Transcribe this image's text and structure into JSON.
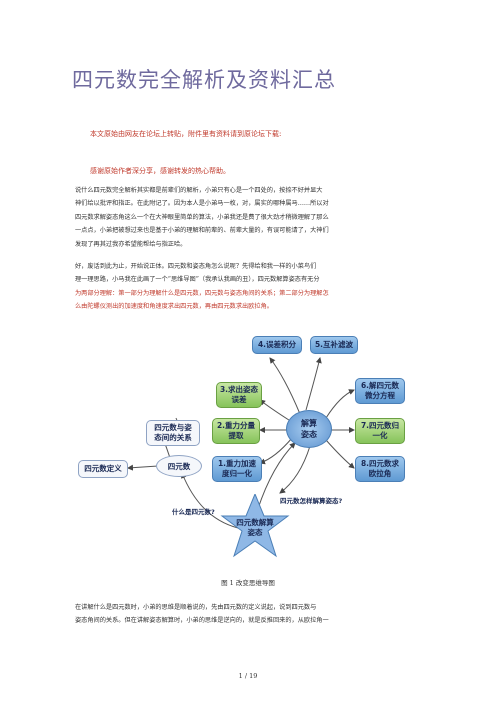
{
  "doc": {
    "title": "四元数完全解析及资料汇总",
    "notice": "本文原始由网友在论坛上转贴，附件里有资料请到原论坛下载:",
    "thanks": "感谢原始作者深分享，感谢转发的热心帮助。",
    "para1": [
      "说什么四元数完全解析其实都是前辈们的解析，小弟只有心是一个四处的，按捺不好并显大",
      "神们给以批评和指正。在此附记了。因为本人是小弟马一枚，对，属实的哪种属马……所以对",
      "四元数求解姿态角这么一个在大神眼里简单的算法，小弟我还是费了很大劲才稍微理解了那么",
      "一点点，小弟把被想过来也是基于小弟的理解和前辈的、前辈大量的，有误可能请了，大神们",
      "发现了再其过我亦希望能帮给与指正哈。"
    ],
    "para2_plain": [
      "好，废话到此为止，开始说正体。四元数和姿态角怎么说呢？先得给和我一样的小菜鸟们",
      "理一理思路，小马我在此画了一个“思维导图”（我承认我画的丑），四元数解算姿态有无分"
    ],
    "para2_red": [
      "为两部分理解：第一部分为理解什么是四元数，四元数与姿态角间的关系；第二部分为理解怎",
      "么由陀螺仪测出的加速度和角速度求出四元数，再由四元数求出欧拉角。"
    ],
    "diagram": {
      "center": "解算\n姿态",
      "nodes": {
        "n4": "4.误差积分",
        "n5": "5.互补滤波",
        "n3": "3.求出姿态\n误差",
        "n2": "2.重力分量\n提取",
        "n1": "1.重力加速\n度归一化",
        "n6": "6.解四元数\n微分方程",
        "n7": "7.四元数归\n一化",
        "n8": "8.四元数求\n欧拉角",
        "rel": "四元数与姿\n态间的关系",
        "quat": "四元数",
        "def": "四元数定义",
        "star": "四元数解算\n姿态"
      },
      "labels": {
        "how": "四元数怎样解算姿态?",
        "what": "什么是四元数?"
      }
    },
    "caption": "图 1 改变思维导图",
    "para3": [
      "在讲解什么是四元数时，小弟的思维是顺着说的，先由四元数的定义说起，说到四元数与",
      "姿态角间的关系。但在讲解姿态解算时，小弟的思维是逆向的，就是反推回来的，从欧拉角一"
    ],
    "page": "1 / 19"
  }
}
